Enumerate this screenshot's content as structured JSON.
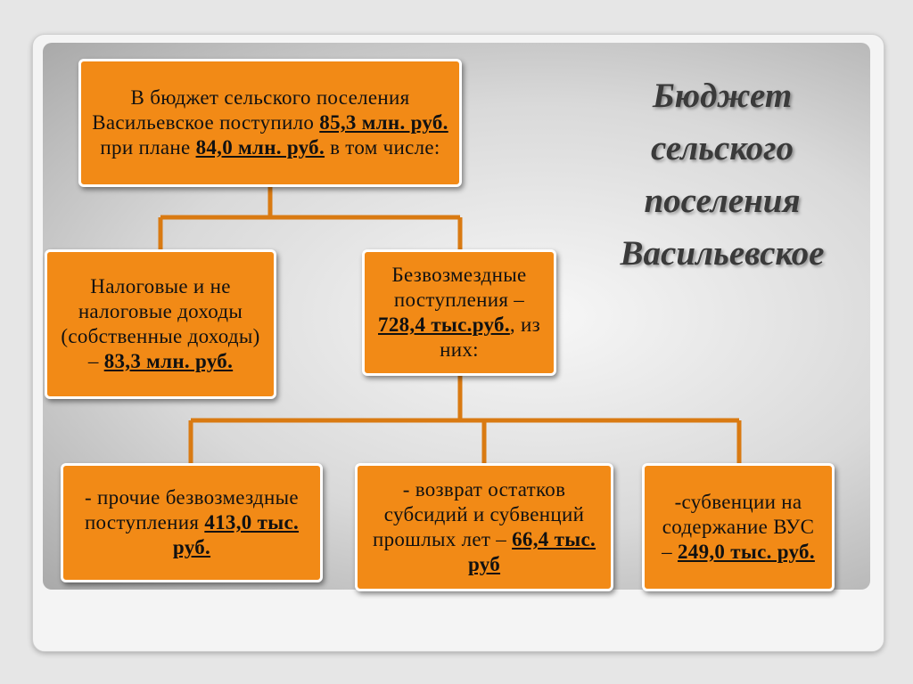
{
  "title": [
    "Бюджет",
    "сельского",
    "поселения",
    "Васильевское"
  ],
  "root": {
    "t1": "В бюджет сельского поселения Васильевское поступило ",
    "v1": "85,3 млн. руб.",
    "t2": " при плане ",
    "v2": "84,0 млн. руб.",
    "t3": " в том числе:"
  },
  "own": {
    "t1": "Налоговые и не налоговые доходы (собственные доходы) – ",
    "v1": "83,3 млн. руб."
  },
  "grants": {
    "t1": "Безвозмездные поступления – ",
    "v1": "728,4 тыс.руб.",
    "t2": ", из них:"
  },
  "other": {
    "t1": "- прочие безвозмездные поступления ",
    "v1": "413,0 тыс. руб."
  },
  "return": {
    "t1": "- возврат остатков субсидий и субвенций прошлых лет – ",
    "v1": "66,4 тыс. руб"
  },
  "vus": {
    "t1": "-субвенции на содержание ВУС – ",
    "v1": "249,0 тыс. руб."
  },
  "colors": {
    "box": "#f28a16",
    "connector": "#d97a12",
    "title": "#3a3a3a"
  }
}
